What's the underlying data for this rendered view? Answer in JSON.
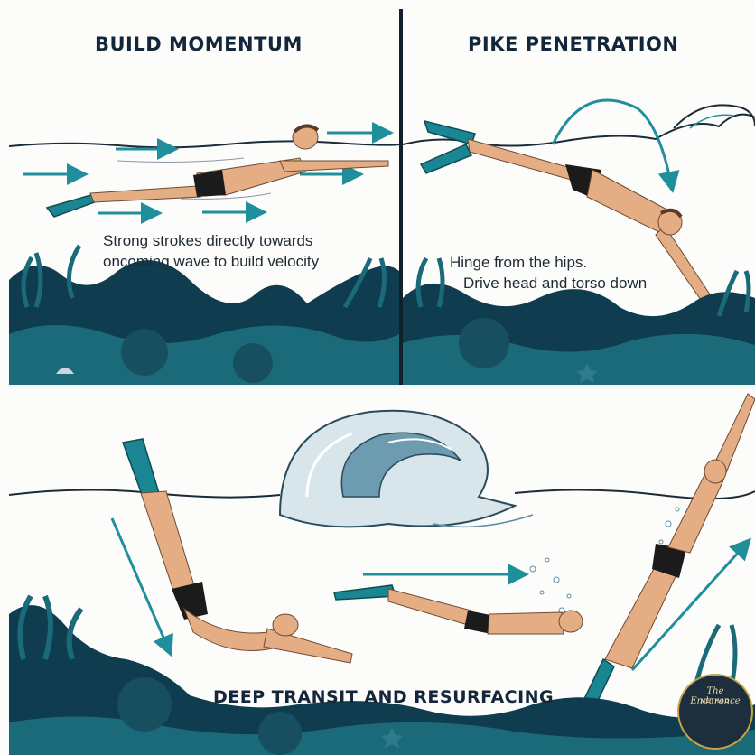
{
  "panels": [
    {
      "title": "BUILD MOMENTUM",
      "caption": [
        "Strong strokes directly towards",
        "oncoming wave to build velocity"
      ]
    },
    {
      "title": "PIKE PENETRATION",
      "caption": [
        "Hinge from the hips.",
        "Drive head and torso down"
      ]
    },
    {
      "title": "DEEP TRANSIT AND RESURFACING"
    }
  ],
  "logo": {
    "text": "The Endurance",
    "subtext": "METHOD"
  },
  "colors": {
    "arrow": "#1f8f9c",
    "heading": "#13263a",
    "reef": "#0f3d4f",
    "reef_light": "#1b6a79",
    "skin": "#e5ad83",
    "fins": "#1a8593",
    "shorts": "#1b1b1b",
    "water_line": "#1c2b38"
  }
}
